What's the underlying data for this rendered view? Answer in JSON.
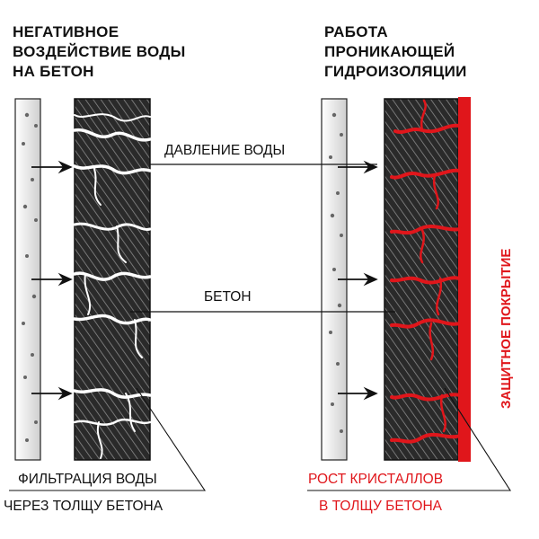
{
  "left_title": "НЕГАТИВНОЕ\nВОЗДЕЙСТВИЕ ВОДЫ\nНА БЕТОН",
  "right_title": "РАБОТА\nПРОНИКАЮЩЕЙ\nГИДРОИЗОЛЯЦИИ",
  "labels": {
    "water_pressure": "ДАВЛЕНИЕ ВОДЫ",
    "concrete": "БЕТОН",
    "protective_coating": "ЗАЩИТНОЕ ПОКРЫТИЕ",
    "filtration_line1": "ФИЛЬТРАЦИЯ ВОДЫ",
    "filtration_line2": "ЧЕРЕЗ ТОЛЩУ БЕТОНА",
    "crystal_line1": "РОСТ КРИСТАЛЛОВ",
    "crystal_line2": "В ТОЛЩУ БЕТОНА"
  },
  "colors": {
    "ink": "#111111",
    "accent_red": "#e0161b",
    "concrete_dark": "#2a2a2a",
    "water_gray": "#dcdcdc"
  }
}
